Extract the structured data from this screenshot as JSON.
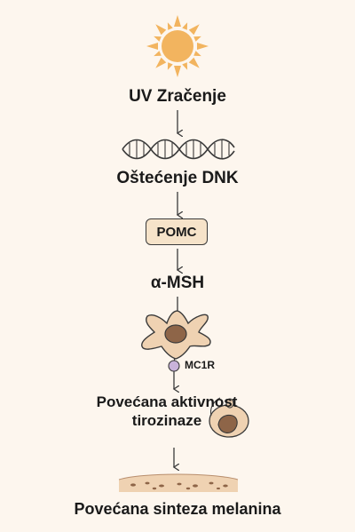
{
  "diagram": {
    "uv_label": "UV Zračenje",
    "dna_label": "Oštećenje DNK",
    "pomc_label": "POMC",
    "msh_label": "α-MSH",
    "mc1r_label": "MC1R",
    "tyrosinase_label": "Povećana aktivnost tirozinaze",
    "final_label": "Povećana sinteza melanina"
  },
  "colors": {
    "background": "#fdf6ee",
    "sun": "#f2b45f",
    "cell_fill": "#efd2b2",
    "nucleus": "#8e6548",
    "receptor": "#c9b3da",
    "box_fill": "#f6e3c9",
    "line": "#3a3a3a"
  },
  "icons": [
    "sun-icon",
    "dna-icon",
    "melanocyte-icon",
    "receptor-icon",
    "melanosome-icon",
    "skin-layer-icon"
  ]
}
